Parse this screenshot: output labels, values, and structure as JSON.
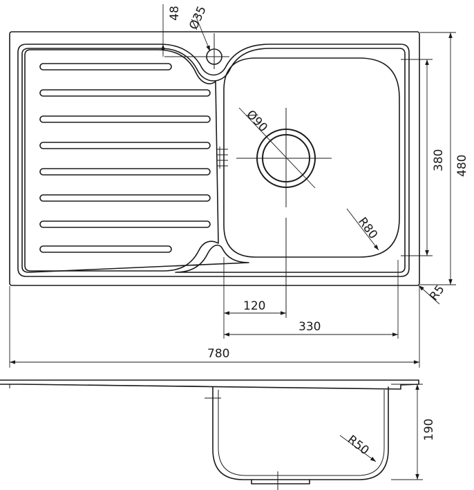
{
  "dimensions": {
    "overall_width": "780",
    "overall_depth": "480",
    "bowl_depth": "380",
    "bowl_width": "330",
    "drain_offset": "120",
    "bowl_height": "190",
    "tap_hole_diameter": "Ø35",
    "tap_hole_offset": "48",
    "drain_diameter": "Ø90",
    "bowl_corner_radius": "R80",
    "outer_corner_radius": "R5",
    "bowl_bottom_radius": "R50"
  },
  "colors": {
    "line": "#1a1a1a",
    "background": "#ffffff"
  }
}
